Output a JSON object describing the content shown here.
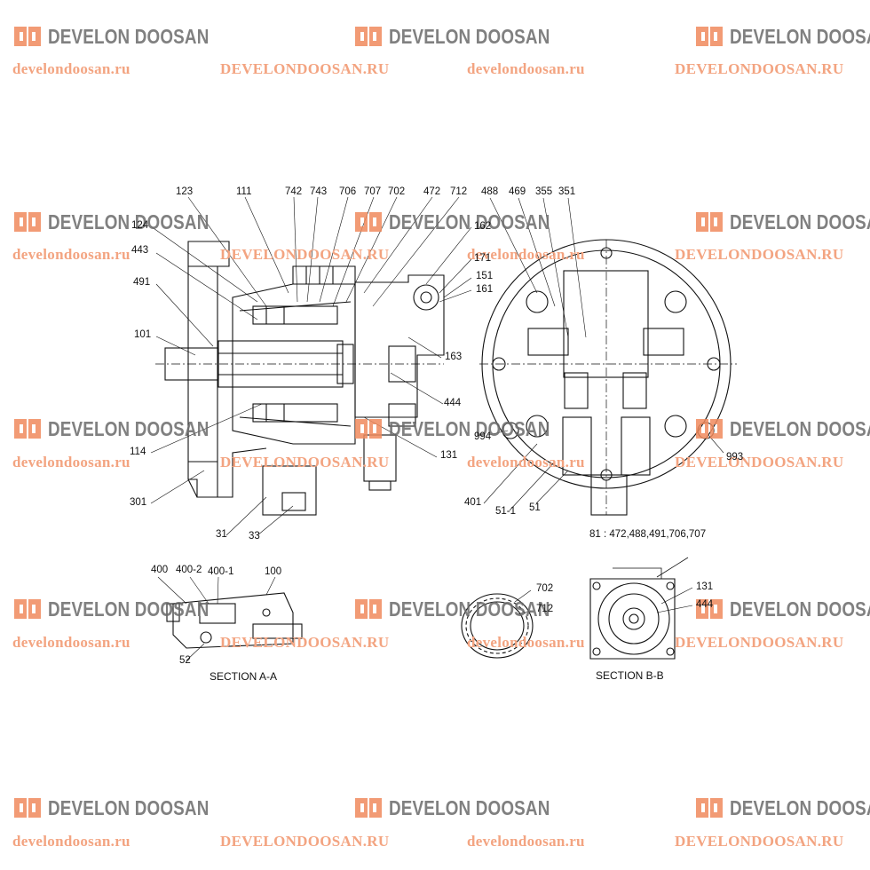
{
  "watermark": {
    "logo_text": "DEVELON DOOSAN",
    "url_lower": "develondoosan.ru",
    "url_upper": "DEVELONDOOSAN.RU",
    "accent_color": "#f08a5d",
    "logo_color": "#6b6b6b",
    "icon": "develon-doosan-logo-icon"
  },
  "diagram": {
    "callouts_main": [
      "123",
      "111",
      "742",
      "743",
      "706",
      "707",
      "702",
      "472",
      "712",
      "124",
      "443",
      "491",
      "101",
      "114",
      "301",
      "31",
      "33",
      "444",
      "131",
      "163",
      "162",
      "171",
      "151",
      "161"
    ],
    "callouts_right": [
      "488",
      "469",
      "355",
      "351",
      "994",
      "993",
      "401",
      "51-1",
      "51"
    ],
    "note": "81 : 472,488,491,706,707",
    "section_aa": {
      "caption": "SECTION A-A",
      "callouts": [
        "400",
        "400-2",
        "400-1",
        "100",
        "52"
      ]
    },
    "ring": {
      "callouts": [
        "702",
        "712"
      ]
    },
    "section_bb": {
      "caption": "SECTION B-B",
      "callouts": [
        "131",
        "444"
      ]
    }
  }
}
